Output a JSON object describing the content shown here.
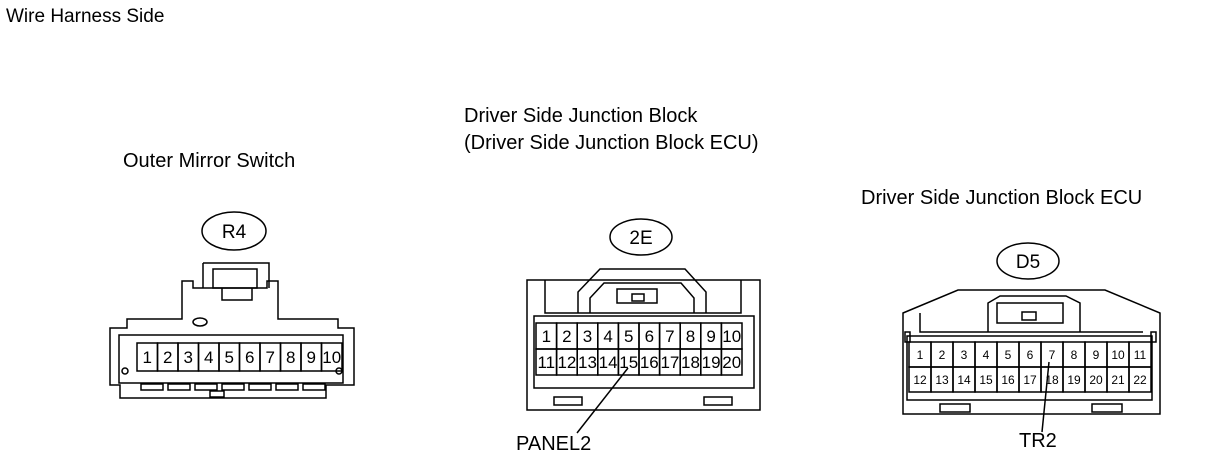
{
  "page_title": "Wire Harness Side",
  "connectors": [
    {
      "id": "r4",
      "code": "R4",
      "title_lines": [
        "Outer Mirror Switch"
      ],
      "rows": [
        [
          "1",
          "2",
          "3",
          "4",
          "5",
          "6",
          "7",
          "8",
          "9",
          "10"
        ]
      ]
    },
    {
      "id": "e2",
      "code": "2E",
      "title_lines": [
        "Driver Side Junction Block",
        "(Driver Side Junction Block ECU)"
      ],
      "rows": [
        [
          "1",
          "2",
          "3",
          "4",
          "5",
          "6",
          "7",
          "8",
          "9",
          "10"
        ],
        [
          "11",
          "12",
          "13",
          "14",
          "15",
          "16",
          "17",
          "18",
          "19",
          "20"
        ]
      ]
    },
    {
      "id": "d5",
      "code": "D5",
      "title_lines": [
        "Driver Side Junction Block ECU"
      ],
      "rows": [
        [
          "1",
          "2",
          "3",
          "4",
          "5",
          "6",
          "7",
          "8",
          "9",
          "10",
          "11"
        ],
        [
          "12",
          "13",
          "14",
          "15",
          "16",
          "17",
          "18",
          "19",
          "20",
          "21",
          "22"
        ]
      ]
    }
  ],
  "callouts": [
    {
      "label": "PANEL2",
      "connector": "2E",
      "pin": "15"
    },
    {
      "label": "TR2",
      "connector": "D5",
      "pin": "7"
    }
  ]
}
